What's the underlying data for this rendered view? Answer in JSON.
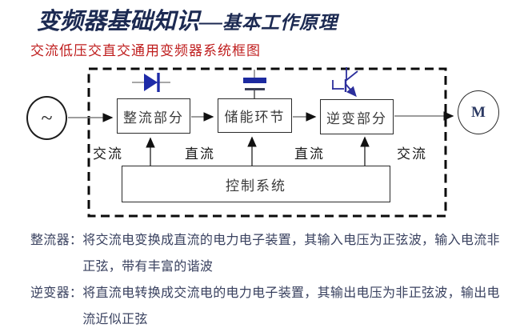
{
  "slide": {
    "title_main": "变频器基础知识—",
    "title_sub": "基本工作原理",
    "subtitle": "交流低压交直交通用变频器系统框图"
  },
  "diagram": {
    "source_symbol": "~",
    "motor_label": "M",
    "rectifier_label": "整流部分",
    "storage_label": "储能环节",
    "inverter_label": "逆变部分",
    "control_label": "控制系统",
    "flow_labels": [
      "交流",
      "直流",
      "直流",
      "交流"
    ],
    "icons": {
      "ac_source": "ac-source-icon",
      "diode": "diode-icon",
      "capacitor": "capacitor-icon",
      "igbt": "igbt-icon",
      "motor": "motor-icon"
    }
  },
  "notes": [
    {
      "term": "整流器：",
      "line1": "将交流电变换成直流的电力电子装置，其输入电压为正弦波，输入电流非",
      "line2": "正弦，带有丰富的谐波"
    },
    {
      "term": "逆变器：",
      "line1": "将直流电转换成交流电的电力电子装置，其输出电压为非正弦波，输出电",
      "line2": "流近似正弦"
    }
  ],
  "colors": {
    "title_navy": "#1c2a52",
    "subtitle_red": "#bf1d1d",
    "component_blue": "#1e2ba8",
    "body_text": "#39415f"
  }
}
